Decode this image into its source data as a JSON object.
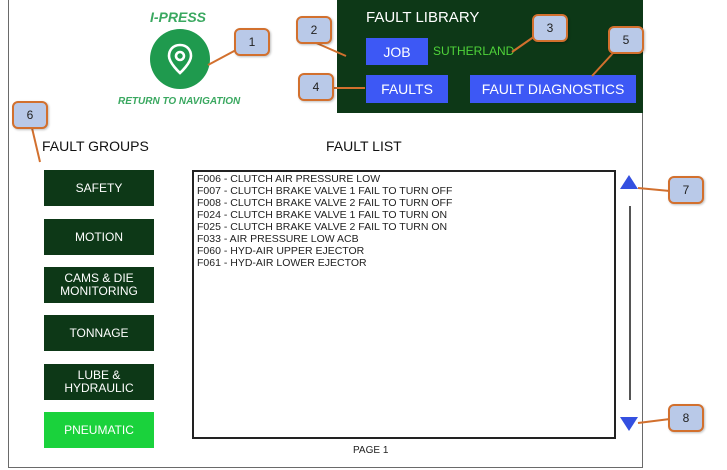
{
  "header": {
    "brand": "I-PRESS",
    "nav_label": "RETURN TO NAVIGATION"
  },
  "fault_library": {
    "title": "FAULT LIBRARY",
    "job_label": "JOB",
    "job_name": "SUTHERLAND",
    "faults_label": "FAULTS",
    "diagnostics_label": "FAULT DIAGNOSTICS"
  },
  "groups": {
    "title": "FAULT GROUPS",
    "items": [
      {
        "line1": "SAFETY",
        "line2": ""
      },
      {
        "line1": "MOTION",
        "line2": ""
      },
      {
        "line1": "CAMS & DIE",
        "line2": "MONITORING"
      },
      {
        "line1": "TONNAGE",
        "line2": ""
      },
      {
        "line1": "LUBE &",
        "line2": "HYDRAULIC"
      },
      {
        "line1": "PNEUMATIC",
        "line2": ""
      }
    ],
    "active": "PNEUMATIC"
  },
  "fault_list": {
    "title": "FAULT LIST",
    "items": [
      "F006 - CLUTCH AIR PRESSURE LOW",
      "F007 - CLUTCH BRAKE VALVE 1 FAIL TO TURN OFF",
      "F008 - CLUTCH BRAKE VALVE 2 FAIL TO TURN OFF",
      "F024 - CLUTCH BRAKE VALVE 1 FAIL TO TURN ON",
      "F025 - CLUTCH BRAKE VALVE 2 FAIL TO TURN ON",
      "F033 - AIR PRESSURE LOW ACB",
      "F060 - HYD-AIR UPPER EJECTOR",
      "F061 - HYD-AIR LOWER EJECTOR"
    ],
    "page_label": "PAGE  1"
  },
  "callouts": [
    "1",
    "2",
    "3",
    "4",
    "5",
    "6",
    "7",
    "8"
  ],
  "colors": {
    "panel": "#0d3817",
    "button_blue": "#3d58f5",
    "active_green": "#1ad23c",
    "brand_green": "#3aa860",
    "job_green": "#4fd33a",
    "arrow_blue": "#3450e0",
    "callout_fill": "#b9c9e8",
    "callout_border": "#d2702e"
  },
  "icons": {
    "nav": "location-pin-icon",
    "scroll_up": "triangle-up-icon",
    "scroll_down": "triangle-down-icon"
  }
}
